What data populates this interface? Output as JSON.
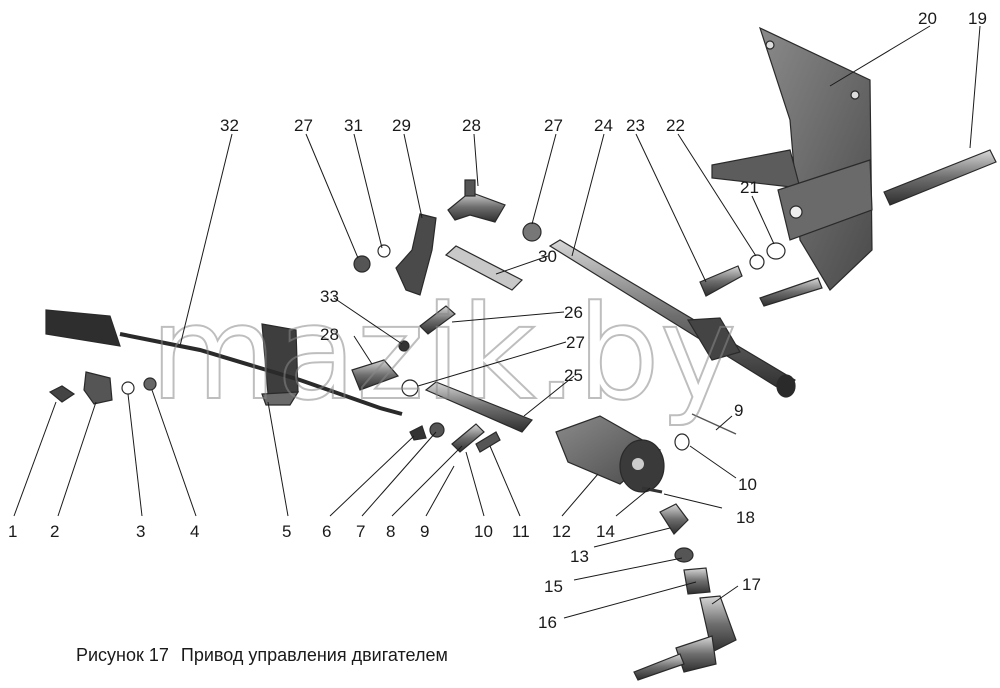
{
  "caption": {
    "figure": "Рисунок 17",
    "title": "Привод управления двигателем"
  },
  "watermark": "mazik.by",
  "callouts": [
    "1",
    "2",
    "3",
    "4",
    "5",
    "6",
    "7",
    "8",
    "9",
    "10",
    "11",
    "12",
    "13",
    "14",
    "15",
    "16",
    "17",
    "18",
    "9",
    "10",
    "21",
    "22",
    "23",
    "24",
    "25",
    "26",
    "27",
    "28",
    "33",
    "30",
    "27",
    "28",
    "29",
    "31",
    "27",
    "32",
    "20",
    "19"
  ],
  "colors": {
    "part_dark": "#3a3a3a",
    "part_mid": "#7a7a7a",
    "part_light": "#bdbdbd"
  }
}
